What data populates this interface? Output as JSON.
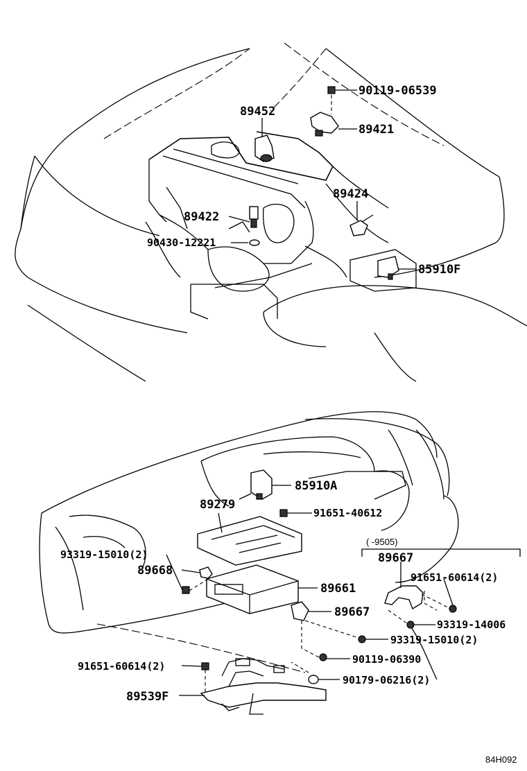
{
  "labels": {
    "p90119_06539": "90119-06539",
    "p89452": "89452",
    "p89421": "89421",
    "p89424": "89424",
    "p89422": "89422",
    "p90430_12221": "90430-12221",
    "p85910F": "85910F",
    "p85910A": "85910A",
    "p89279": "89279",
    "p91651_40612": "91651-40612",
    "range_note": "( -9505)",
    "p89667_box": "89667",
    "p91651_60614_box": "91651-60614(2)",
    "p93319_15010_left": "93319-15010(2)",
    "p89668": "89668",
    "p89661": "89661",
    "p89667": "89667",
    "p93319_14006": "93319-14006",
    "p93319_15010_right": "93319-15010(2)",
    "p90119_06390": "90119-06390",
    "p91651_60614_left": "91651-60614(2)",
    "p90179_06216": "90179-06216(2)",
    "p89539F": "89539F",
    "diagram_code": "84H092"
  }
}
